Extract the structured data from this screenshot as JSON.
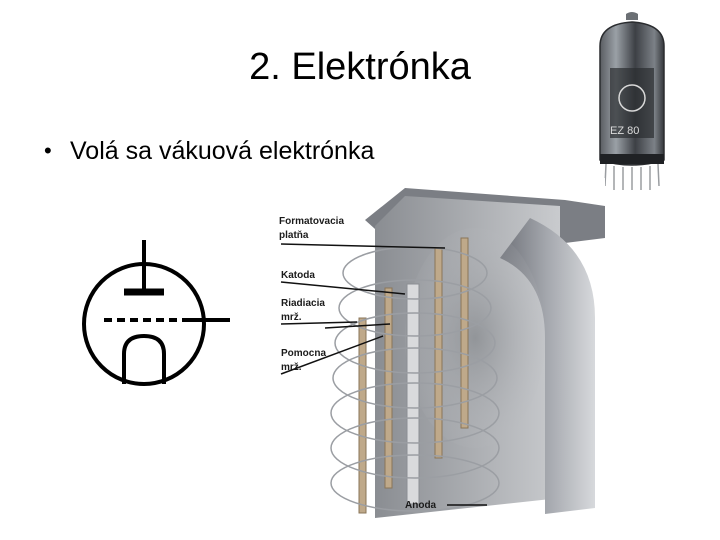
{
  "slide": {
    "title": "2. Elektrónka",
    "bullets": [
      "Volá sa vákuová elektrónka"
    ]
  },
  "tube_photo": {
    "marking": "EZ 80"
  },
  "cutaway": {
    "labels": {
      "formatovacia_1": "Formatovacia",
      "formatovacia_2": "platňa",
      "katoda": "Katoda",
      "riadiacia_1": "Riadiacia",
      "riadiacia_2": "mrž.",
      "pomocna_1": "Pomocna",
      "pomocna_2": "mrž.",
      "anoda": "Anoda"
    }
  }
}
